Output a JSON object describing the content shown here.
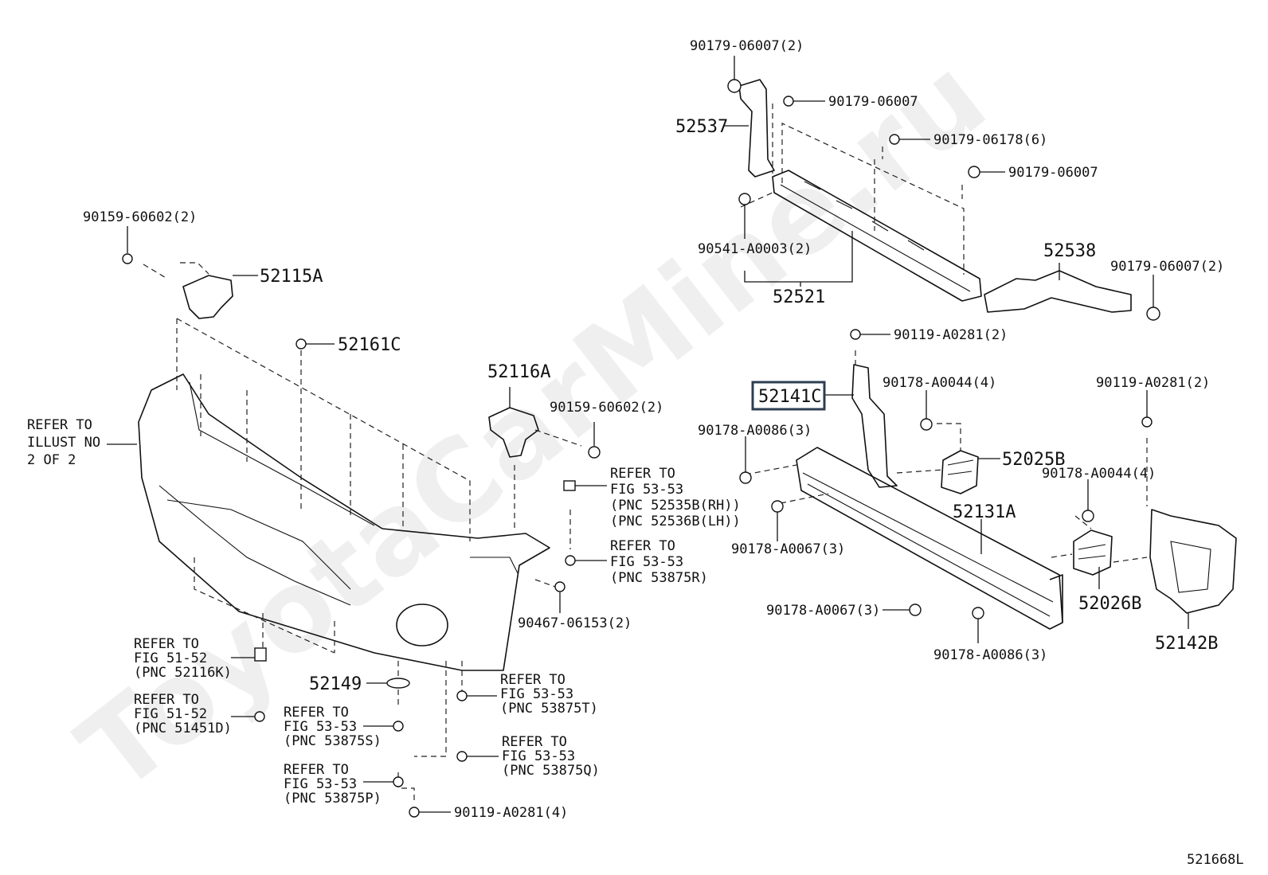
{
  "watermark": "ToyotaCarMine.ru",
  "figure_id": "521668L",
  "highlighted_part": "52141C",
  "callouts": {
    "c_90179_06007_2_top": "90179-06007(2)",
    "c_90179_06007_a": "90179-06007",
    "c_52537": "52537",
    "c_90179_06178_6": "90179-06178(6)",
    "c_90179_06007_b": "90179-06007",
    "c_90541_a0003_2": "90541-A0003(2)",
    "c_52521": "52521",
    "c_52538": "52538",
    "c_90179_06007_2_right": "90179-06007(2)",
    "c_90119_a0281_2_mid": "90119-A0281(2)",
    "c_52141c": "52141C",
    "c_90178_a0044_4_a": "90178-A0044(4)",
    "c_90119_a0281_2_right": "90119-A0281(2)",
    "c_90178_a0086_3_left": "90178-A0086(3)",
    "c_52025b": "52025B",
    "c_90178_a0044_4_b": "90178-A0044(4)",
    "c_52131a": "52131A",
    "c_90178_a0067_3_top": "90178-A0067(3)",
    "c_52026b": "52026B",
    "c_90178_a0067_3_bottom": "90178-A0067(3)",
    "c_90178_a0086_3_bottom": "90178-A0086(3)",
    "c_52142b": "52142B",
    "c_90159_60602_2_left": "90159-60602(2)",
    "c_52115a": "52115A",
    "c_52161c": "52161C",
    "c_52116a": "52116A",
    "c_90159_60602_2_mid": "90159-60602(2)",
    "c_90467_06153_2": "90467-06153(2)",
    "c_52149": "52149",
    "c_90119_a0281_4": "90119-A0281(4)"
  },
  "refer_notes": {
    "illust": [
      "REFER TO",
      "ILLUST NO",
      "2 OF 2"
    ],
    "fig_53_53_rh_lh": [
      "REFER TO",
      "FIG 53-53",
      "(PNC 52535B(RH))",
      "(PNC 52536B(LH))"
    ],
    "fig_53_53_53875r": [
      "REFER TO",
      "FIG 53-53",
      "(PNC 53875R)"
    ],
    "fig_51_52_52116k": [
      "REFER TO",
      "FIG 51-52",
      "(PNC 52116K)"
    ],
    "fig_51_52_51451d": [
      "REFER TO",
      "FIG 51-52",
      "(PNC 51451D)"
    ],
    "fig_53_53_53875s": [
      "REFER TO",
      "FIG 53-53",
      "(PNC 53875S)"
    ],
    "fig_53_53_53875p": [
      "REFER TO",
      "FIG 53-53",
      "(PNC 53875P)"
    ],
    "fig_53_53_53875t": [
      "REFER TO",
      "FIG 53-53",
      "(PNC 53875T)"
    ],
    "fig_53_53_53875q": [
      "REFER TO",
      "FIG 53-53",
      "(PNC 53875Q)"
    ]
  }
}
